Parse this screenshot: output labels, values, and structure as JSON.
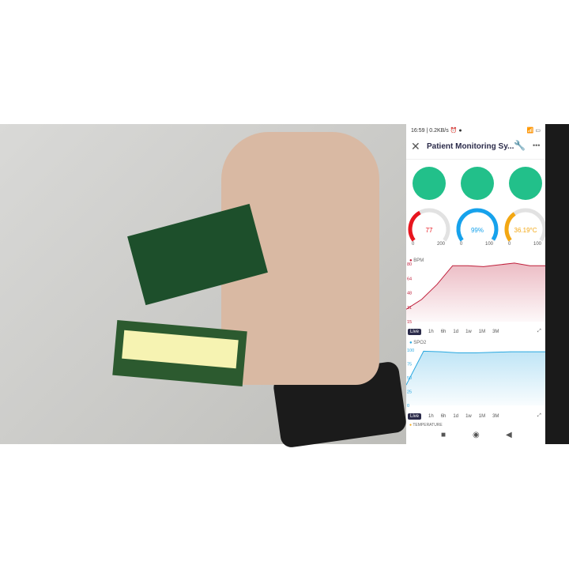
{
  "status_bar": {
    "left": "16:59 | 0.2KB/s ⏰ ●",
    "right": "📶 ▭"
  },
  "header": {
    "title": "Patient Monitoring Sy...",
    "close_icon": "close-icon",
    "wrench_icon": "wrench-icon",
    "more_icon": "more-icon"
  },
  "leds": [
    {
      "color": "#22c08a"
    },
    {
      "color": "#22c08a"
    },
    {
      "color": "#22c08a"
    }
  ],
  "gauges": [
    {
      "value": "77",
      "min": "0",
      "max": "200",
      "fraction": 0.385,
      "color": "#e8151e"
    },
    {
      "value": "99%",
      "min": "0",
      "max": "100",
      "fraction": 0.99,
      "color": "#16a2ec"
    },
    {
      "value": "36.19°C",
      "min": "0",
      "max": "100",
      "fraction": 0.36,
      "color": "#f3a712"
    }
  ],
  "time_tabs": [
    "Live",
    "1h",
    "6h",
    "1d",
    "1w",
    "1M",
    "3M"
  ],
  "chart_data": [
    {
      "type": "area",
      "legend": "BPM",
      "color": "#c0203c",
      "ylim": [
        15,
        80
      ],
      "yticks": [
        "15",
        "31",
        "48",
        "64",
        "80"
      ],
      "values": [
        29,
        40,
        57,
        78,
        78,
        77,
        79,
        81,
        78,
        78
      ]
    },
    {
      "type": "area",
      "legend": "SPO2",
      "color": "#2aa8e0",
      "ylim": [
        0,
        100
      ],
      "yticks": [
        "0",
        "25",
        "50",
        "75",
        "100"
      ],
      "values": [
        37,
        98,
        97,
        95,
        95,
        96,
        97,
        97,
        97
      ]
    }
  ],
  "next_chart_label": "TEMPERATURE"
}
